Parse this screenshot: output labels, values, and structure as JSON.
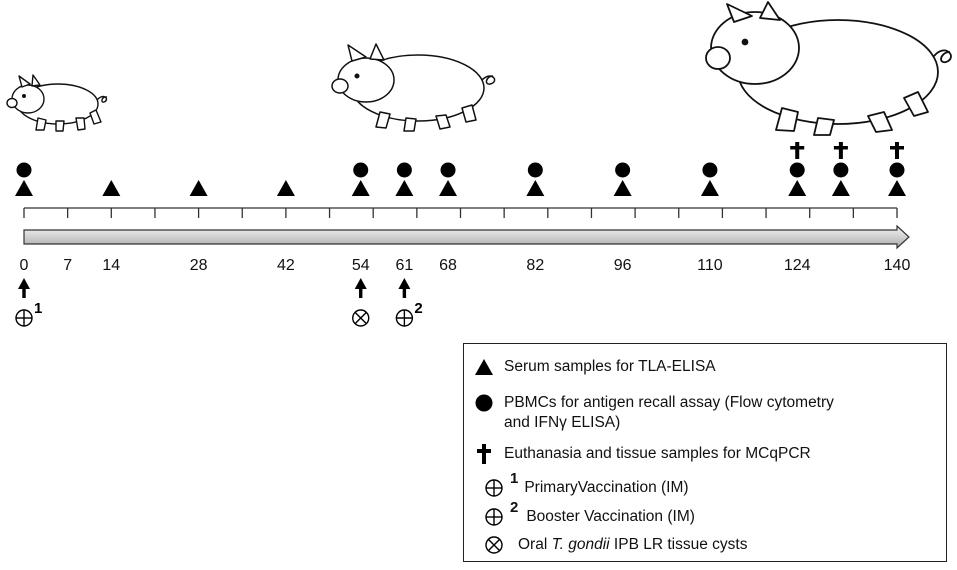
{
  "timeline": {
    "ticks": [
      0,
      7,
      14,
      28,
      42,
      54,
      61,
      68,
      82,
      96,
      110,
      124,
      140
    ],
    "ticks_display": [
      "0",
      "7",
      "14",
      "28",
      "42",
      "54",
      "61",
      "68",
      "82",
      "96",
      "110",
      "124",
      "140"
    ],
    "serum_days": [
      0,
      14,
      28,
      42,
      54,
      61,
      68,
      82,
      96,
      110,
      124,
      131,
      140
    ],
    "pbmc_days": [
      0,
      54,
      61,
      68,
      82,
      96,
      110,
      124,
      131,
      140
    ],
    "euthanasia_days": [
      124,
      131,
      140
    ],
    "events": [
      {
        "day": 0,
        "symbol": "vaccination",
        "number": "1"
      },
      {
        "day": 54,
        "symbol": "infection",
        "number": ""
      },
      {
        "day": 61,
        "symbol": "vaccination",
        "number": "2"
      }
    ]
  },
  "legend": {
    "serum": "Serum samples for TLA-ELISA",
    "pbmc_line1": "PBMCs for antigen recall assay (Flow cytometry",
    "pbmc_line2": "and  IFNγ ELISA)",
    "euthanasia": "Euthanasia and tissue samples for MCqPCR",
    "primary_num": "1",
    "primary": "PrimaryVaccination (IM)",
    "booster_num": "2",
    "booster": "Booster Vaccination (IM)",
    "oral_prefix": "Oral ",
    "oral_species": "T. gondii",
    "oral_suffix": " IPB LR tissue cysts"
  },
  "colors": {
    "symbol": "#000000",
    "arrow_fill": "#d9d9d9",
    "line": "#333333"
  }
}
